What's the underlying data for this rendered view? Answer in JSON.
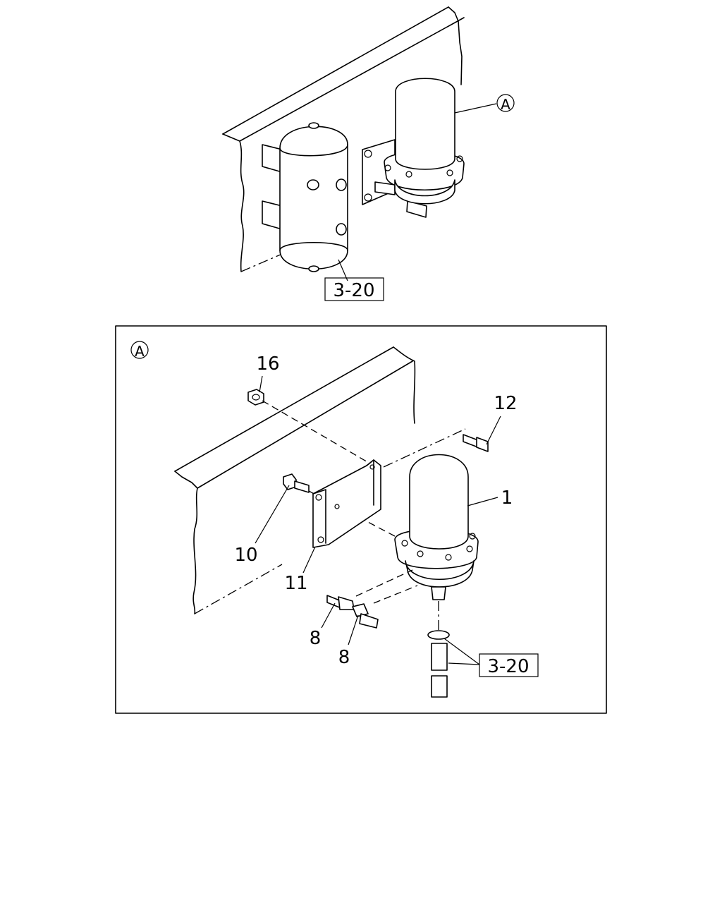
{
  "callouts": {
    "top_ref_marker": "A",
    "top_ref_box": "3-20",
    "detail_marker": "A",
    "n16": "16",
    "n12": "12",
    "n1": "1",
    "n10": "10",
    "n11": "11",
    "n8a": "8",
    "n8b": "8",
    "bottom_ref_box": "3-20"
  }
}
